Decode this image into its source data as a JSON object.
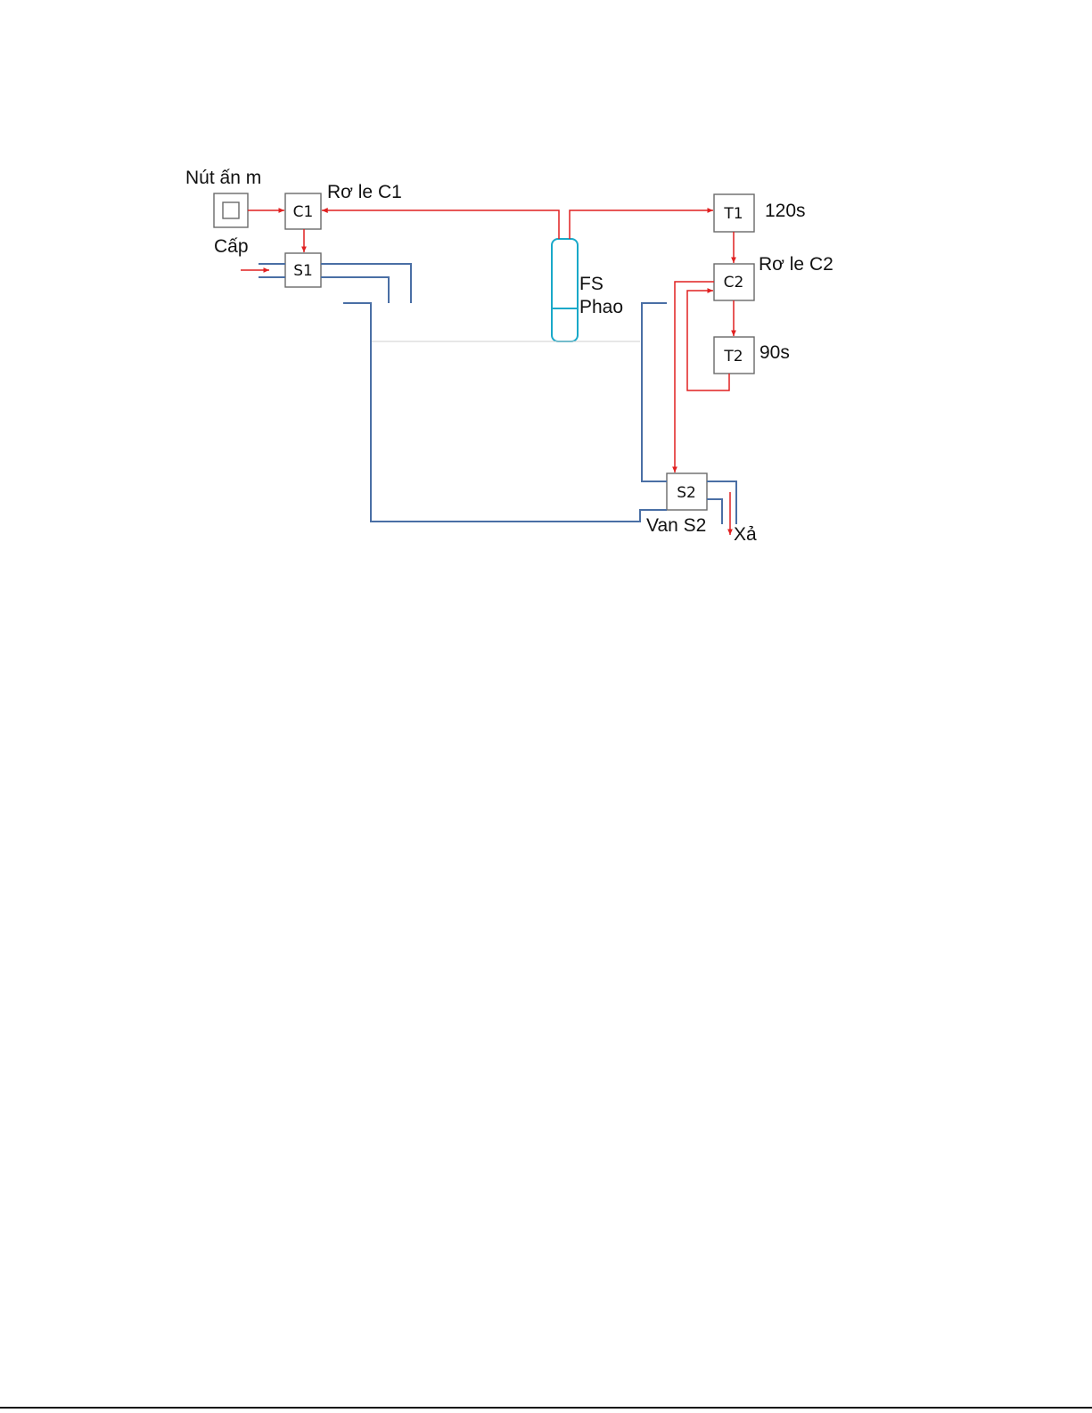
{
  "labels": {
    "button": "Nút ấn m",
    "supply": "Cấp",
    "relay_c1": "Rơ le C1",
    "timer_t1": "120s",
    "relay_c2": "Rơ le C2",
    "timer_t2": "90s",
    "float_fs": "FS",
    "float_name": "Phao",
    "valve_s2": "Van S2",
    "drain": "Xả"
  },
  "boxes": {
    "c1": "C1",
    "s1": "S1",
    "t1": "T1",
    "c2": "C2",
    "t2": "T2",
    "s2": "S2"
  },
  "colors": {
    "signal_wire": "#e02020",
    "pipe": "#4a6fa5",
    "float": "#19a9c9"
  }
}
